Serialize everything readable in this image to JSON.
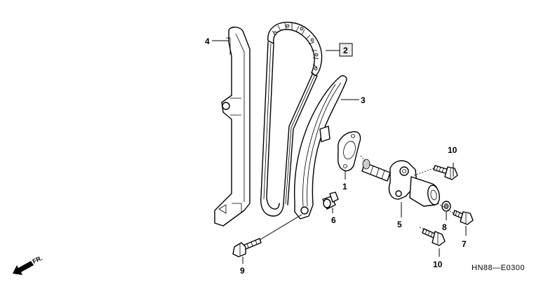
{
  "callouts": {
    "p1": "1",
    "p2": "2",
    "p3": "3",
    "p4": "4",
    "p5": "5",
    "p6": "6",
    "p7": "7",
    "p8": "8",
    "p9": "9",
    "p10a": "10",
    "p10b": "10"
  },
  "direction_label": "FR.",
  "diagram_code": "HN88—E0300",
  "colors": {
    "line": "#000000",
    "background": "#ffffff",
    "shade": "#cfcfcf"
  }
}
